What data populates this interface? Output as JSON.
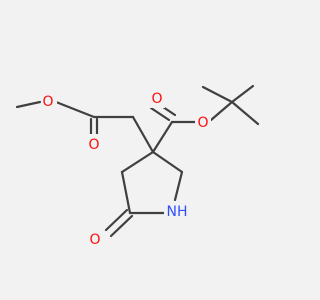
{
  "colors": {
    "background": "#f2f2f2",
    "bond": "#404040",
    "oxygen": "#ff0d0d",
    "nitrogen": "#3050f8"
  },
  "atoms": {
    "o_ester_methoxy": "O",
    "o_ester_carbonyl": "O",
    "o_boc_carbonyl": "O",
    "o_boc_ether": "O",
    "n_ring": "NH",
    "o_lactam": "O"
  }
}
